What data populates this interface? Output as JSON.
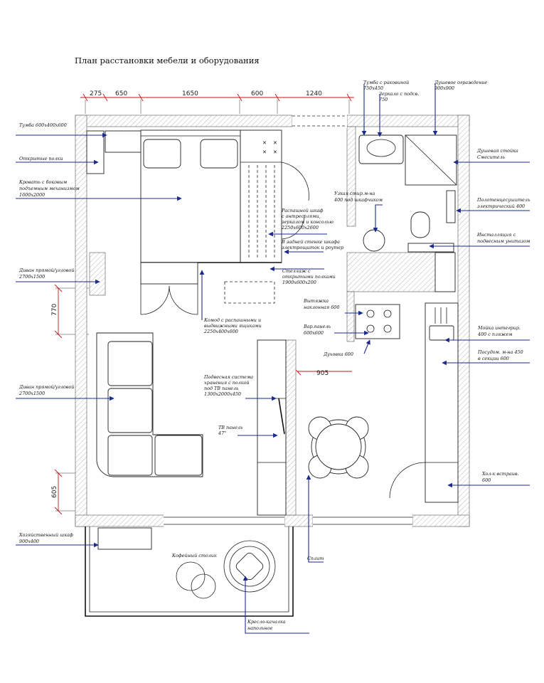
{
  "title": "План расстановки мебели и оборудования",
  "dimensions": {
    "top": [
      "275",
      "650",
      "1650",
      "600",
      "1240"
    ],
    "left": [
      "770",
      "605"
    ],
    "inner_905": "905"
  },
  "labels": {
    "tumba_bed": "Тумба 600х400х600",
    "open_shelves": "Открытые полки",
    "bed_1": "Кровать с боковым",
    "bed_2": "подъемным механизмом",
    "bed_3": "1600х2000",
    "sofa_upper_1": "Диван прямой/угловой",
    "sofa_upper_2": "2700х1500",
    "sofa_lower_1": "Диван прямой/угловой",
    "sofa_lower_2": "2700х1500",
    "utility_1": "Хозяйственный шкаф",
    "utility_2": "900х400",
    "sink_1": "Тумба с раковиной",
    "sink_2": "750х450",
    "mirror_1": "Зеркало с подсв.",
    "mirror_2": "750",
    "shower_fence_1": "Душевое ограждение",
    "shower_fence_2": "900х900",
    "shower_1": "Душевая стойка",
    "shower_2": "Смеситель",
    "towel_1": "Полотенцесушитель",
    "towel_2": "электрический 400",
    "install_1": "Инсталляция с",
    "install_2": "подвесным унитазом",
    "washer_1": "Узкая стир.м-на",
    "washer_2": "400 под шкафчиком",
    "wardrobe_1": "Распашной шкаф",
    "wardrobe_2": "с антресолями,",
    "wardrobe_3": "зеркалом и консолью",
    "wardrobe_4": "2250х600х2600",
    "wardrobe_5": "В задней стенке шкафа",
    "wardrobe_6": "электрощиток и роутер",
    "rack_1": "Стеллаж с",
    "rack_2": "открытыми полками",
    "rack_3": "1900х600х200",
    "commode_1": "Комод с распашными и",
    "commode_2": "выдвижными ящиками",
    "commode_3": "2250х400х600",
    "hood_1": "Вытяжка",
    "hood_2": "наклонная 600",
    "hob_1": "Вар.панель",
    "hob_2": "600х600",
    "oven": "Духовка 600",
    "storage_1": "Подвесная система",
    "storage_2": "хранения с полкой",
    "storage_3": "под ТВ панель",
    "storage_4": "1300х2000х450",
    "tv_1": "ТВ панель",
    "tv_2": "47\"",
    "ksink_1": "Мойка интегрир.",
    "ksink_2": "400 с пляжем",
    "dish_1": "Посудом. м-на 450",
    "dish_2": "в секции 600",
    "fridge_1": "Хол-к встраив.",
    "fridge_2": "600",
    "coffee": "Кофейный столик",
    "split": "Сплит",
    "rocker_1": "Кресло-качалка",
    "rocker_2": "напольное"
  },
  "colors": {
    "leader": "#1c2a8c",
    "dimension": "#c21a1a",
    "wall": "#111111"
  }
}
